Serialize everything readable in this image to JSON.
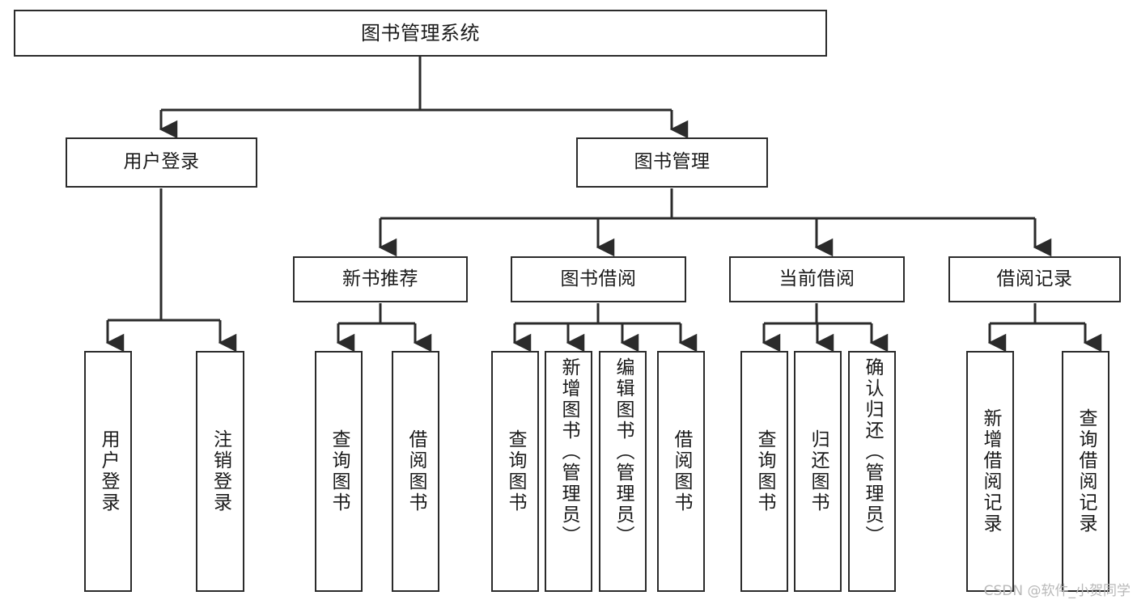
{
  "diagram": {
    "title": "图书管理系统",
    "type": "tree-hierarchy",
    "watermark": "CSDN @软件_小贺同学",
    "colors": {
      "box_border": "#2b2b2b",
      "box_fill": "#ffffff",
      "connector": "#2b2b2b",
      "text": "#1a1a1a",
      "watermark": "#b9b9b9"
    },
    "nodes": {
      "root": {
        "label": "图书管理系统"
      },
      "level1": [
        {
          "id": "user-login",
          "label": "用户登录"
        },
        {
          "id": "book-manage",
          "label": "图书管理"
        }
      ],
      "level2": [
        {
          "id": "new-book-recommend",
          "label": "新书推荐"
        },
        {
          "id": "book-borrow",
          "label": "图书借阅"
        },
        {
          "id": "current-borrow",
          "label": "当前借阅"
        },
        {
          "id": "borrow-record",
          "label": "借阅记录"
        }
      ],
      "leaves": {
        "user-login": [
          {
            "id": "leaf-user-login",
            "label": "用户登录"
          },
          {
            "id": "leaf-user-logout",
            "label": "注销登录"
          }
        ],
        "new-book-recommend": [
          {
            "id": "leaf-query-book-1",
            "label": "查询图书"
          },
          {
            "id": "leaf-borrow-book-1",
            "label": "借阅图书"
          }
        ],
        "book-borrow": [
          {
            "id": "leaf-query-book-2",
            "label": "查询图书"
          },
          {
            "id": "leaf-add-book",
            "label": "新增图书（管理员）"
          },
          {
            "id": "leaf-edit-book",
            "label": "编辑图书（管理员）"
          },
          {
            "id": "leaf-borrow-book-2",
            "label": "借阅图书"
          }
        ],
        "current-borrow": [
          {
            "id": "leaf-query-book-3",
            "label": "查询图书"
          },
          {
            "id": "leaf-return-book",
            "label": "归还图书"
          },
          {
            "id": "leaf-confirm-return",
            "label": "确认归还（管理员）"
          }
        ],
        "borrow-record": [
          {
            "id": "leaf-add-record",
            "label": "新增借阅记录"
          },
          {
            "id": "leaf-query-record",
            "label": "查询借阅记录"
          }
        ]
      }
    }
  }
}
